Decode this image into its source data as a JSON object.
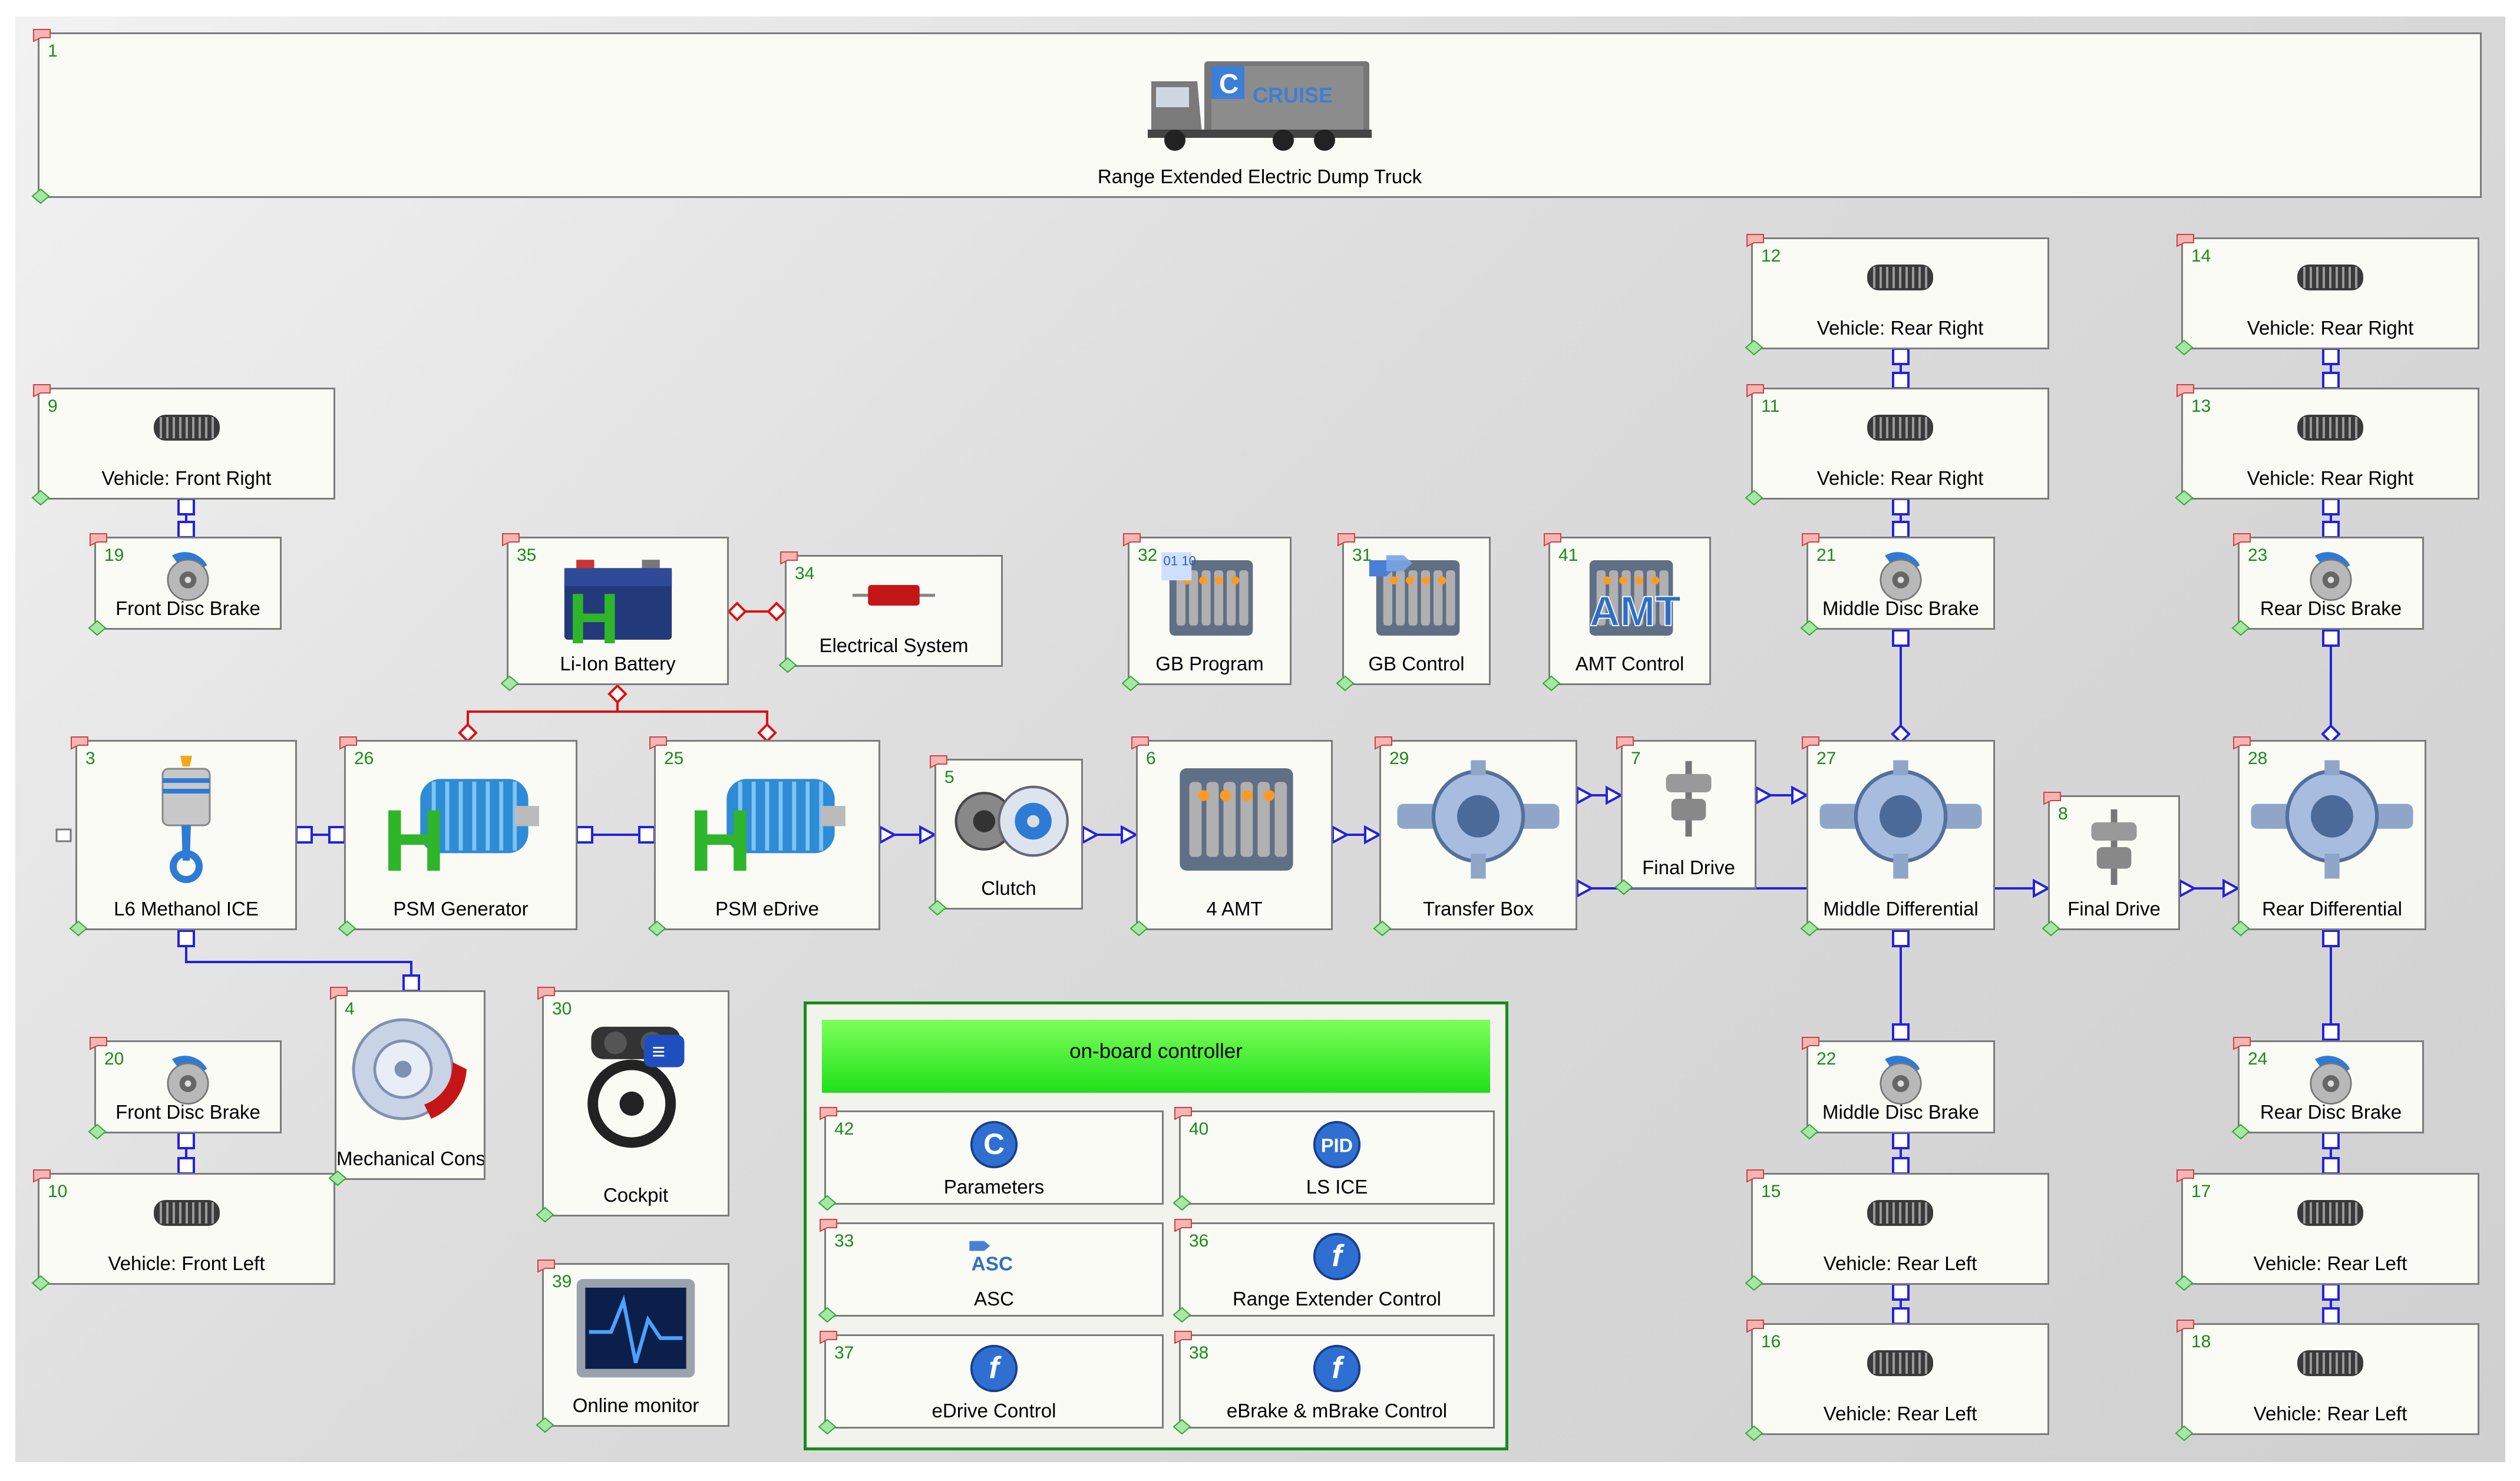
{
  "window": {
    "title": "Range Extended  Electric Dump Truck",
    "badge": "1",
    "brand": "CRUISE"
  },
  "components": [
    {
      "id": "9",
      "label": "Vehicle: Front Right",
      "icon": "tire-icon"
    },
    {
      "id": "19",
      "label": "Front Disc Brake",
      "icon": "disc-brake-icon"
    },
    {
      "id": "3",
      "label": "L6 Methanol ICE",
      "icon": "piston-icon"
    },
    {
      "id": "26",
      "label": "PSM Generator",
      "icon": "electric-motor-icon"
    },
    {
      "id": "35",
      "label": "Li-Ion Battery",
      "icon": "battery-icon"
    },
    {
      "id": "34",
      "label": "Electrical System",
      "icon": "resistor-icon"
    },
    {
      "id": "25",
      "label": "PSM eDrive",
      "icon": "electric-motor-icon"
    },
    {
      "id": "5",
      "label": "Clutch",
      "icon": "clutch-icon"
    },
    {
      "id": "32",
      "label": "GB Program",
      "icon": "gearbox-program-icon"
    },
    {
      "id": "31",
      "label": "GB Control",
      "icon": "gearbox-control-icon"
    },
    {
      "id": "41",
      "label": "AMT Control",
      "icon": "amt-control-icon"
    },
    {
      "id": "6",
      "label": "4 AMT",
      "icon": "gearbox-icon"
    },
    {
      "id": "29",
      "label": "Transfer Box",
      "icon": "differential-icon"
    },
    {
      "id": "7",
      "label": "Final Drive",
      "icon": "final-drive-icon"
    },
    {
      "id": "12",
      "label": "Vehicle: Rear Right",
      "icon": "tire-icon"
    },
    {
      "id": "11",
      "label": "Vehicle: Rear Right",
      "icon": "tire-icon"
    },
    {
      "id": "21",
      "label": "Middle Disc Brake",
      "icon": "disc-brake-icon"
    },
    {
      "id": "27",
      "label": "Middle Differential",
      "icon": "differential-icon"
    },
    {
      "id": "8",
      "label": "Final Drive",
      "icon": "final-drive-icon"
    },
    {
      "id": "14",
      "label": "Vehicle: Rear Right",
      "icon": "tire-icon"
    },
    {
      "id": "13",
      "label": "Vehicle: Rear Right",
      "icon": "tire-icon"
    },
    {
      "id": "23",
      "label": "Rear Disc Brake",
      "icon": "disc-brake-icon"
    },
    {
      "id": "28",
      "label": "Rear Differential",
      "icon": "differential-icon"
    },
    {
      "id": "20",
      "label": "Front Disc Brake",
      "icon": "disc-brake-icon"
    },
    {
      "id": "10",
      "label": "Vehicle: Front Left",
      "icon": "tire-icon"
    },
    {
      "id": "4",
      "label": "Mechanical Cons",
      "icon": "mechanical-consumer-icon"
    },
    {
      "id": "30",
      "label": "Cockpit",
      "icon": "cockpit-icon"
    },
    {
      "id": "39",
      "label": "Online monitor",
      "icon": "monitor-icon"
    },
    {
      "id": "22",
      "label": "Middle Disc Brake",
      "icon": "disc-brake-icon"
    },
    {
      "id": "15",
      "label": "Vehicle: Rear Left",
      "icon": "tire-icon"
    },
    {
      "id": "16",
      "label": "Vehicle: Rear Left",
      "icon": "tire-icon"
    },
    {
      "id": "24",
      "label": "Rear Disc Brake",
      "icon": "disc-brake-icon"
    },
    {
      "id": "17",
      "label": "Vehicle: Rear Left",
      "icon": "tire-icon"
    },
    {
      "id": "18",
      "label": "Vehicle: Rear Left",
      "icon": "tire-icon"
    }
  ],
  "controller": {
    "title": "on-board controller",
    "items": [
      {
        "id": "42",
        "label": "Parameters",
        "icon": "parameters-c-icon",
        "glyph": "C"
      },
      {
        "id": "40",
        "label": "LS ICE",
        "icon": "pid-icon",
        "glyph": "PID"
      },
      {
        "id": "33",
        "label": "ASC",
        "icon": "asc-icon",
        "glyph": "ASC"
      },
      {
        "id": "36",
        "label": "Range Extender Control",
        "icon": "function-icon",
        "glyph": "f"
      },
      {
        "id": "37",
        "label": "eDrive Control",
        "icon": "function-icon",
        "glyph": "f"
      },
      {
        "id": "38",
        "label": "eBrake & mBrake Control",
        "icon": "function-icon",
        "glyph": "f"
      }
    ]
  },
  "glyphs": {
    "battery_h": "H",
    "motor_h": "H",
    "amt": "AMT",
    "gb_program": "01 10"
  },
  "colors": {
    "mech_wire": "#2222dd",
    "elec_wire": "#dd1111",
    "controller_border": "#1a8a1a"
  }
}
